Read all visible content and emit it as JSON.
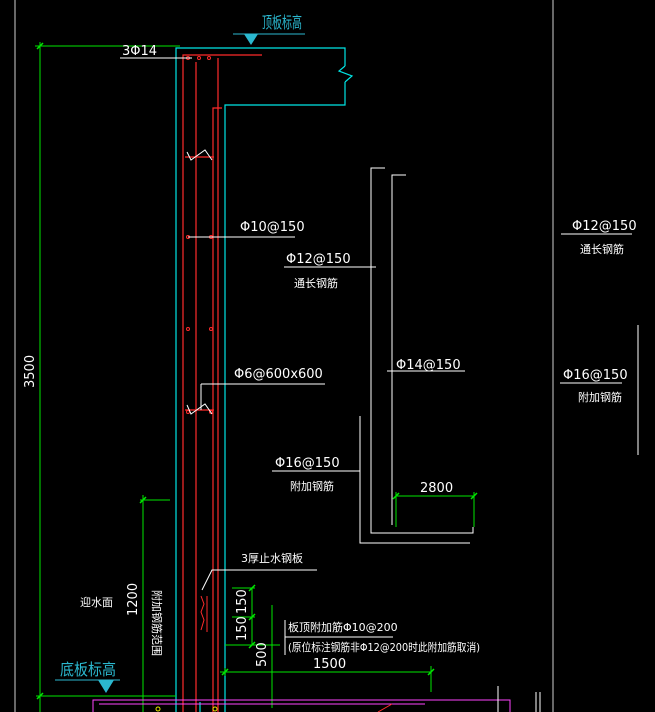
{
  "colors": {
    "background": "#000000",
    "wall_outline": "#00e5e5",
    "rebar": "#ff2b2b",
    "dimension": "#00e600",
    "leader": "#ffffff",
    "title_text": "#2bb8cf",
    "magenta": "#ff44ff",
    "yellow": "#e6e600"
  },
  "titles": {
    "top_elevation": "顶板标高",
    "bottom_elevation": "底板标高"
  },
  "rebar_labels": {
    "top_bars": "3Φ14",
    "wall_bar_1": "Φ10@150",
    "wall_bar_2": "Φ12@150",
    "wall_bar_2_note": "通长钢筋",
    "tie_bar": "Φ6@600x600",
    "bent_bar": "Φ14@150",
    "additional_bar": "Φ16@150",
    "additional_bar_note": "附加钢筋",
    "right_bar_1": "Φ12@150",
    "right_bar_1_note": "通长钢筋",
    "right_bar_2": "Φ16@150",
    "right_bar_2_note": "附加钢筋",
    "waterstop": "3厚止水钢板",
    "slab_note_1": "板顶附加筋Φ10@200",
    "slab_note_2": "(原位标注钢筋非Φ12@200时此附加筋取消)"
  },
  "side_labels": {
    "water_face": "迎水面",
    "additional_range": "附加钢筋范围"
  },
  "dimensions": {
    "wall_height": "3500",
    "range_height": "1200",
    "stop_150_a": "150",
    "stop_150_b": "150",
    "stop_500": "500",
    "slab_1500": "1500",
    "anchor_2800": "2800"
  },
  "icons": [
    "elevation-marker-icon",
    "break-line-icon"
  ]
}
